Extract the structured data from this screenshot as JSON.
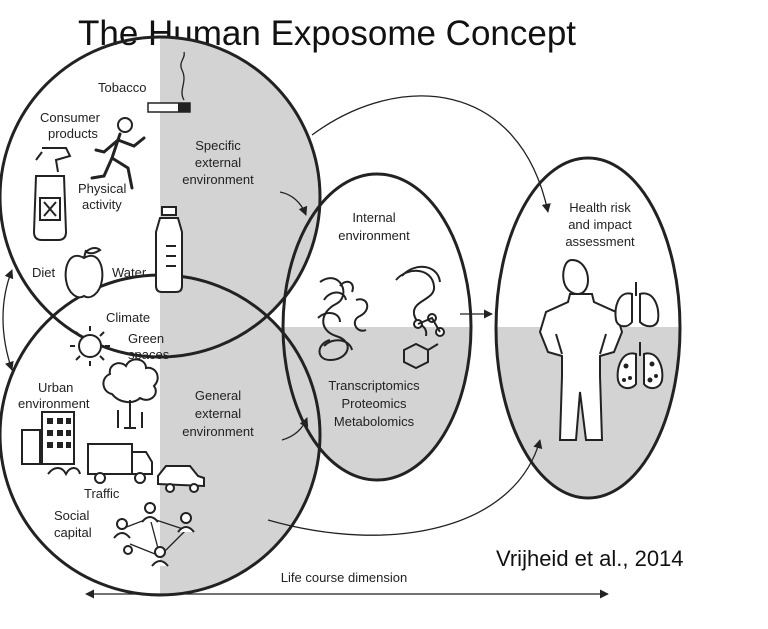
{
  "title": "The Human Exposome Concept",
  "citation": "Vrijheid et al., 2014",
  "specific_external": {
    "tobacco": "Tobacco",
    "consumer_products": [
      "Consumer",
      "products"
    ],
    "physical_activity": [
      "Physical",
      "activity"
    ],
    "diet": "Diet",
    "water": "Water",
    "label": [
      "Specific",
      "external",
      "environment"
    ]
  },
  "general_external": {
    "climate": "Climate",
    "green_spaces": [
      "Green",
      "spaces"
    ],
    "urban_environment": [
      "Urban",
      "environment"
    ],
    "traffic": "Traffic",
    "social_capital": [
      "Social",
      "capital"
    ],
    "label": [
      "General",
      "external",
      "environment"
    ]
  },
  "internal": {
    "label": [
      "Internal",
      "environment"
    ],
    "omics": [
      "Transcriptomics",
      "Proteomics",
      "Metabolomics"
    ]
  },
  "health": {
    "label": [
      "Health risk",
      "and impact",
      "assessment"
    ]
  },
  "life_course": "Life course dimension",
  "colors": {
    "line": "#222222",
    "shade": "#d3d3d3",
    "text": "#222222"
  }
}
